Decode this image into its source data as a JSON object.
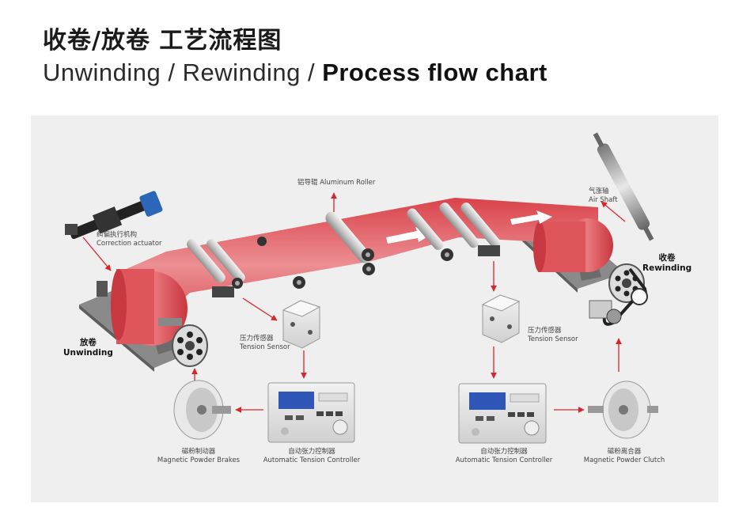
{
  "header": {
    "title_cn": "收卷/放卷 工艺流程图",
    "title_en_light": "Unwinding / Rewinding / ",
    "title_en_bold": "Process flow chart"
  },
  "labels": {
    "correction_cn": "纠偏执行机构",
    "correction_en": "Correction actuator",
    "roller_label": "铝导辊 Aluminum Roller",
    "airshaft_cn": "气涨轴",
    "airshaft_en": "Air Shaft",
    "rewinding_cn": "收卷",
    "rewinding_en": "Rewinding",
    "unwinding_cn": "放卷",
    "unwinding_en": "Unwinding",
    "sensor_left_cn": "压力传感器",
    "sensor_left_en": "Tension Sensor",
    "sensor_right_cn": "压力传感器",
    "sensor_right_en": "Tension Sensor",
    "brakes_cn": "磁粉制动器",
    "brakes_en": "Magnetic Powder Brakes",
    "ctrl_left_cn": "自动张力控制器",
    "ctrl_left_en": "Automatic Tension Controller",
    "ctrl_right_cn": "自动张力控制器",
    "ctrl_right_en": "Automatic Tension Controller",
    "clutch_cn": "磁粉离合器",
    "clutch_en": "Magnetic Powder Clutch"
  },
  "colors": {
    "web": "#e0535a",
    "arrow": "#d9262c",
    "panel": "#efefef"
  }
}
